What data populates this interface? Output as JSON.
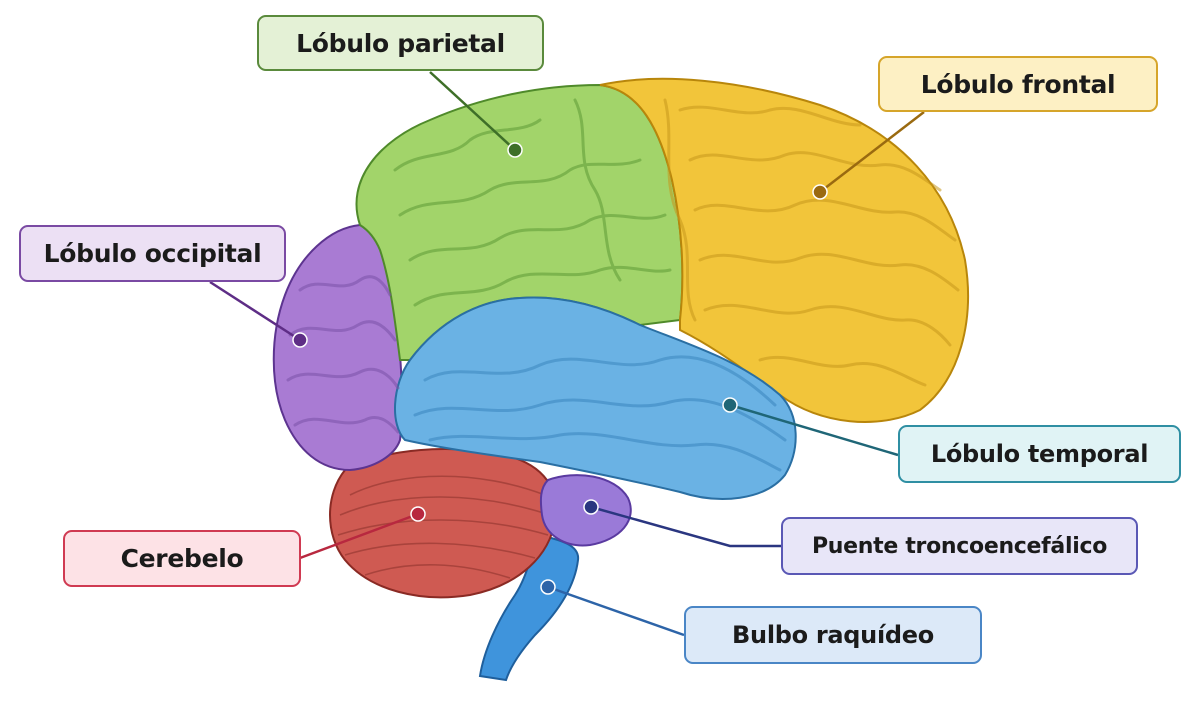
{
  "labels": {
    "parietal": {
      "text": "Lóbulo parietal",
      "fill": "#e4f1d6",
      "border": "#5a8a3c",
      "line": "#3e6f28"
    },
    "frontal": {
      "text": "Lóbulo frontal",
      "fill": "#fdf0c4",
      "border": "#d6a52a",
      "line": "#9a6a10"
    },
    "occipital": {
      "text": "Lóbulo occipital",
      "fill": "#ece0f4",
      "border": "#7a4aa3",
      "line": "#5e2d86"
    },
    "temporal": {
      "text": "Lóbulo temporal",
      "fill": "#e0f3f5",
      "border": "#2f8fa3",
      "line": "#1f6677"
    },
    "cerebelo": {
      "text": "Cerebelo",
      "fill": "#fde2e6",
      "border": "#d03a52",
      "line": "#b8283f"
    },
    "puente": {
      "text": "Puente troncoencefálico",
      "fill": "#e8e6f8",
      "border": "#5a58b5",
      "line": "#2a3680"
    },
    "bulbo": {
      "text": "Bulbo raquídeo",
      "fill": "#dce9f8",
      "border": "#4a86c6",
      "line": "#2d64a8"
    }
  },
  "regions": {
    "parietal": "#a2d46a",
    "frontal": "#f2c53a",
    "occipital": "#a97bd3",
    "temporal": "#6ab2e4",
    "cerebelo": "#cf5a52",
    "puente": "#9a7ad8",
    "bulbo": "#3f94dc"
  }
}
